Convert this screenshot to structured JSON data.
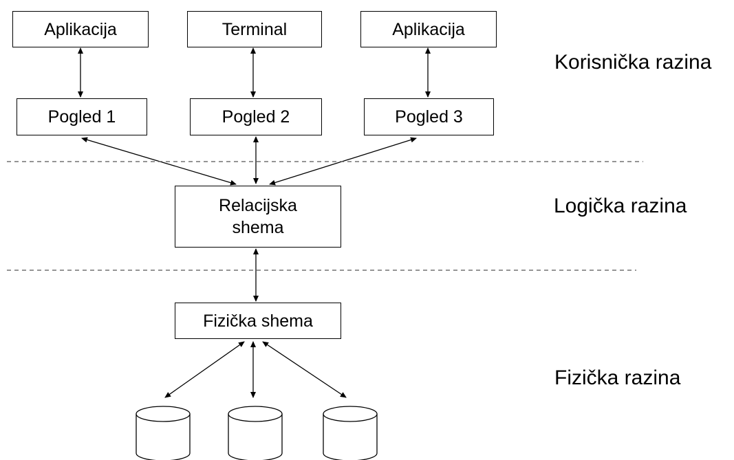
{
  "top_row": {
    "app_left": "Aplikacija",
    "terminal": "Terminal",
    "app_right": "Aplikacija"
  },
  "views": {
    "view1": "Pogled 1",
    "view2": "Pogled 2",
    "view3": "Pogled 3"
  },
  "logical": {
    "line1": "Relacijska",
    "line2": "shema"
  },
  "physical": {
    "schema": "Fizička shema"
  },
  "levels": {
    "user": "Korisnička razina",
    "logical": "Logička razina",
    "physical": "Fizička razina"
  },
  "colors": {
    "line": "#000000",
    "divider": "#555555",
    "background": "#ffffff"
  }
}
